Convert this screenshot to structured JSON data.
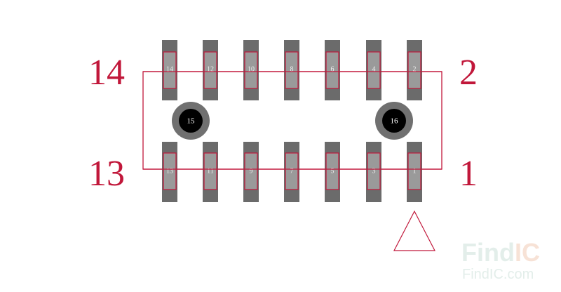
{
  "colors": {
    "outline": "#c1173a",
    "pad_outer": "#6b6b6b",
    "pad_inner": "#9a9a9a",
    "hole_ring": "#707070",
    "hole_core": "#000000",
    "logo_find": "#e3eeea",
    "logo_ic": "#f7e2d6"
  },
  "corner_labels": {
    "top_left": "14",
    "top_right": "2",
    "bottom_left": "13",
    "bottom_right": "1"
  },
  "top_pads": [
    "14",
    "12",
    "10",
    "8",
    "6",
    "4",
    "2"
  ],
  "bottom_pads": [
    "13",
    "11",
    "9",
    "7",
    "5",
    "3",
    "1"
  ],
  "holes": [
    "15",
    "16"
  ],
  "pin1_marker": "triangle-icon",
  "watermark": {
    "find": "Find",
    "ic": "IC",
    "url": "FindIC.com"
  }
}
